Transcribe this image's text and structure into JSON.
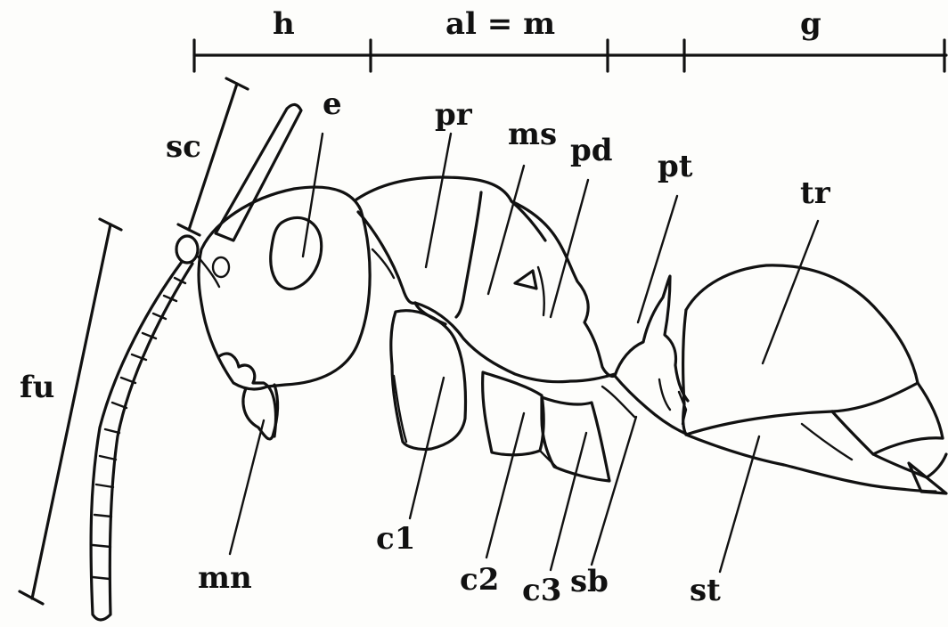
{
  "figure": {
    "labels": {
      "h": "h",
      "al_m": "al = m",
      "g": "g",
      "sc": "sc",
      "e": "e",
      "pr": "pr",
      "ms": "ms",
      "pd": "pd",
      "pt": "pt",
      "tr": "tr",
      "fu": "fu",
      "mn": "mn",
      "c1": "c1",
      "c2": "c2",
      "c3": "c3",
      "sb": "sb",
      "st": "st"
    },
    "ink_color": "#111111",
    "background_color": "#fdfdfb"
  }
}
